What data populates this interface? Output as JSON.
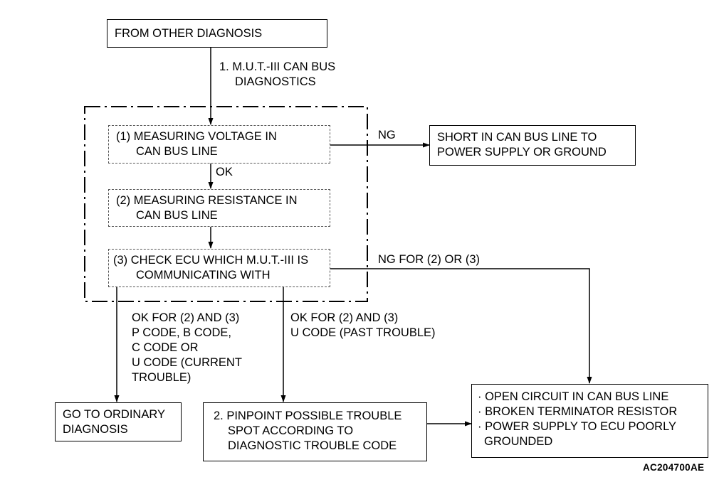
{
  "start": {
    "label": "FROM OTHER DIAGNOSIS"
  },
  "step1_label": [
    "1. M.U.T.-III CAN BUS",
    "DIAGNOSTICS"
  ],
  "sub1": [
    "(1) MEASURING VOLTAGE IN",
    "CAN BUS LINE"
  ],
  "sub2": [
    "(2) MEASURING RESISTANCE IN",
    "CAN BUS LINE"
  ],
  "sub3": [
    "(3) CHECK ECU WHICH M.U.T.-III IS",
    "COMMUNICATING WITH"
  ],
  "ng1_label": "NG",
  "ok1_label": "OK",
  "ng23_label": "NG FOR (2) OR (3)",
  "short_box": [
    "SHORT IN CAN BUS LINE TO",
    "POWER SUPPLY OR GROUND"
  ],
  "ok_current": [
    "OK FOR (2) AND (3)",
    "P CODE, B CODE,",
    "C CODE OR",
    "U CODE (CURRENT",
    "TROUBLE)"
  ],
  "ok_past": [
    "OK FOR (2) AND (3)",
    "U CODE (PAST TROUBLE)"
  ],
  "ordinary_box": [
    "GO TO ORDINARY",
    "DIAGNOSIS"
  ],
  "pinpoint_box": [
    "2. PINPOINT POSSIBLE TROUBLE",
    "SPOT ACCORDING TO",
    "DIAGNOSTIC TROUBLE CODE"
  ],
  "causes_box": [
    "· OPEN CIRCUIT IN CAN BUS LINE",
    "· BROKEN TERMINATOR RESISTOR",
    "· POWER SUPPLY TO ECU POORLY",
    "GROUNDED"
  ],
  "figure_code": "AC204700AE"
}
